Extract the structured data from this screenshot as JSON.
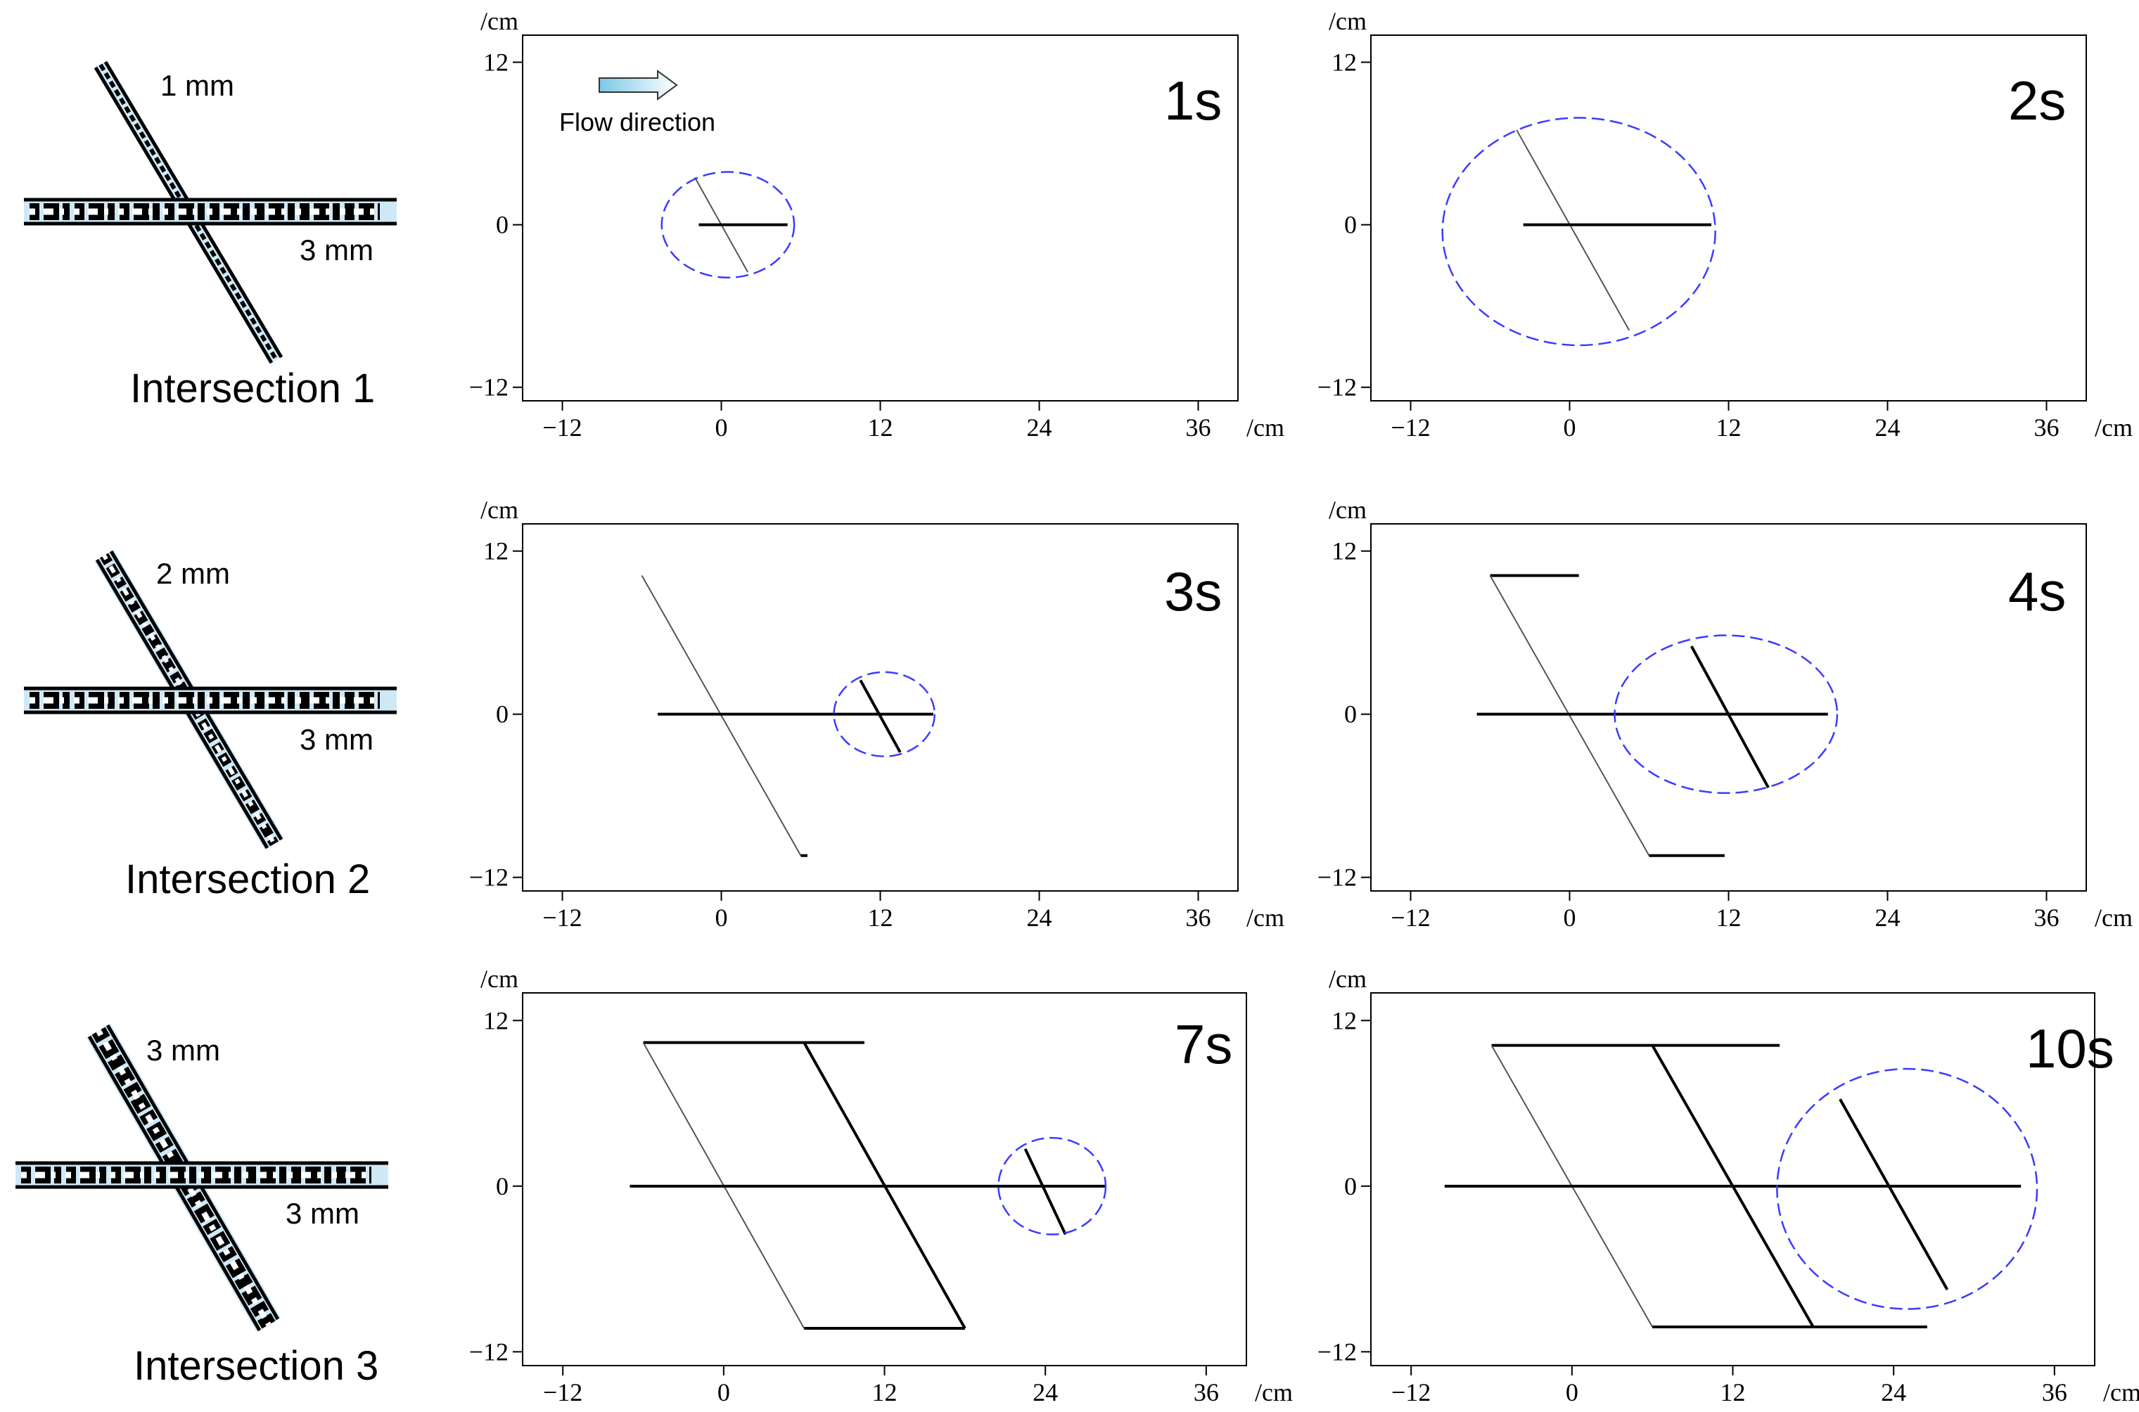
{
  "colors": {
    "axis": "#000000",
    "line": "#000000",
    "thin_line": "#555555",
    "circle": "#3b3bff",
    "arrow_fill": "#9fd8ee",
    "channel_fill": "#cfe8f6"
  },
  "icons": {
    "flow_arrow": "right-arrow-icon"
  },
  "intersections": [
    {
      "title": "Intersection 1",
      "width_a": "1 mm",
      "width_b": "3 mm"
    },
    {
      "title": "Intersection 2",
      "width_a": "2 mm",
      "width_b": "3 mm"
    },
    {
      "title": "Intersection 3",
      "width_a": "3 mm",
      "width_b": "3 mm"
    }
  ],
  "chart_data": [
    {
      "type": "line",
      "label": "1s",
      "unit_x": "/cm",
      "unit_y": "/cm",
      "xlim": [
        -15,
        39
      ],
      "ylim": [
        -13,
        14
      ],
      "xticks": [
        -12,
        0,
        12,
        24,
        36
      ],
      "yticks": [
        12,
        0,
        -12
      ],
      "annotation": "Flow direction",
      "segments": [
        {
          "x1": -2,
          "y1": 3.5,
          "x2": 2,
          "y2": -3.5,
          "weight": "thin"
        },
        {
          "x1": -1.7,
          "y1": 0,
          "x2": 5,
          "y2": 0,
          "weight": "bold"
        }
      ],
      "ellipse": {
        "cx": 0.5,
        "cy": 0,
        "rx": 5,
        "ry": 3.9
      }
    },
    {
      "type": "line",
      "label": "2s",
      "unit_x": "/cm",
      "unit_y": "/cm",
      "xlim": [
        -15,
        39
      ],
      "ylim": [
        -13,
        14
      ],
      "xticks": [
        -12,
        0,
        12,
        24,
        36
      ],
      "yticks": [
        12,
        0,
        -12
      ],
      "segments": [
        {
          "x1": -4,
          "y1": 7,
          "x2": 4.5,
          "y2": -7.8,
          "weight": "thin"
        },
        {
          "x1": -3.5,
          "y1": 0,
          "x2": 10.7,
          "y2": 0,
          "weight": "bold"
        }
      ],
      "ellipse": {
        "cx": 0.7,
        "cy": -0.5,
        "rx": 10.3,
        "ry": 8.4
      }
    },
    {
      "type": "line",
      "label": "3s",
      "unit_x": "/cm",
      "unit_y": "/cm",
      "xlim": [
        -15,
        39
      ],
      "ylim": [
        -13,
        14
      ],
      "xticks": [
        -12,
        0,
        12,
        24,
        36
      ],
      "yticks": [
        12,
        0,
        -12
      ],
      "segments": [
        {
          "x1": -6,
          "y1": 10.2,
          "x2": 6,
          "y2": -10.4,
          "weight": "thin"
        },
        {
          "x1": 6,
          "y1": -10.4,
          "x2": 6.5,
          "y2": -10.4,
          "weight": "bold"
        },
        {
          "x1": -4.8,
          "y1": 0,
          "x2": 16,
          "y2": 0,
          "weight": "bold"
        },
        {
          "x1": 10.5,
          "y1": 2.5,
          "x2": 13.5,
          "y2": -2.8,
          "weight": "bold"
        }
      ],
      "ellipse": {
        "cx": 12.3,
        "cy": 0,
        "rx": 3.8,
        "ry": 3.1
      }
    },
    {
      "type": "line",
      "label": "4s",
      "unit_x": "/cm",
      "unit_y": "/cm",
      "xlim": [
        -15,
        39
      ],
      "ylim": [
        -13,
        14
      ],
      "xticks": [
        -12,
        0,
        12,
        24,
        36
      ],
      "yticks": [
        12,
        0,
        -12
      ],
      "segments": [
        {
          "x1": -6,
          "y1": 10.2,
          "x2": 0.7,
          "y2": 10.2,
          "weight": "bold"
        },
        {
          "x1": -6,
          "y1": 10.2,
          "x2": 6,
          "y2": -10.4,
          "weight": "thin"
        },
        {
          "x1": 6,
          "y1": -10.4,
          "x2": 11.7,
          "y2": -10.4,
          "weight": "bold"
        },
        {
          "x1": -7,
          "y1": 0,
          "x2": 19.5,
          "y2": 0,
          "weight": "bold"
        },
        {
          "x1": 9.2,
          "y1": 5,
          "x2": 15,
          "y2": -5.4,
          "weight": "bold"
        }
      ],
      "ellipse": {
        "cx": 11.8,
        "cy": 0,
        "rx": 8.4,
        "ry": 5.8
      }
    },
    {
      "type": "line",
      "label": "7s",
      "unit_x": "/cm",
      "unit_y": "/cm",
      "xlim": [
        -15,
        39
      ],
      "ylim": [
        -13,
        14
      ],
      "xticks": [
        -12,
        0,
        12,
        24,
        36
      ],
      "yticks": [
        12,
        0,
        -12
      ],
      "segments": [
        {
          "x1": -6,
          "y1": 10.4,
          "x2": 10.5,
          "y2": 10.4,
          "weight": "bold"
        },
        {
          "x1": -6,
          "y1": 10.4,
          "x2": 6,
          "y2": -10.3,
          "weight": "thin"
        },
        {
          "x1": 6,
          "y1": 10.4,
          "x2": 18,
          "y2": -10.3,
          "weight": "bold"
        },
        {
          "x1": 6,
          "y1": -10.3,
          "x2": 18,
          "y2": -10.3,
          "weight": "bold"
        },
        {
          "x1": -7,
          "y1": 0,
          "x2": 28.5,
          "y2": 0,
          "weight": "bold"
        },
        {
          "x1": 22.5,
          "y1": 2.7,
          "x2": 25.5,
          "y2": -3.5,
          "weight": "bold"
        }
      ],
      "ellipse": {
        "cx": 24.5,
        "cy": 0,
        "rx": 4,
        "ry": 3.5
      }
    },
    {
      "type": "line",
      "label": "10s",
      "unit_x": "/cm",
      "unit_y": "/cm",
      "xlim": [
        -15,
        39
      ],
      "ylim": [
        -13,
        14
      ],
      "xticks": [
        -12,
        0,
        12,
        24,
        36
      ],
      "yticks": [
        12,
        0,
        -12
      ],
      "segments": [
        {
          "x1": -6,
          "y1": 10.2,
          "x2": 15.5,
          "y2": 10.2,
          "weight": "bold"
        },
        {
          "x1": -6,
          "y1": 10.2,
          "x2": 6,
          "y2": -10.2,
          "weight": "thin"
        },
        {
          "x1": 6,
          "y1": 10.2,
          "x2": 18,
          "y2": -10.2,
          "weight": "bold"
        },
        {
          "x1": 6,
          "y1": -10.2,
          "x2": 26.5,
          "y2": -10.2,
          "weight": "bold"
        },
        {
          "x1": -9.5,
          "y1": 0,
          "x2": 33.5,
          "y2": 0,
          "weight": "bold"
        },
        {
          "x1": 20,
          "y1": 6.3,
          "x2": 28,
          "y2": -7.5,
          "weight": "bold"
        }
      ],
      "ellipse": {
        "cx": 25,
        "cy": -0.2,
        "rx": 9.7,
        "ry": 8.7
      }
    }
  ]
}
